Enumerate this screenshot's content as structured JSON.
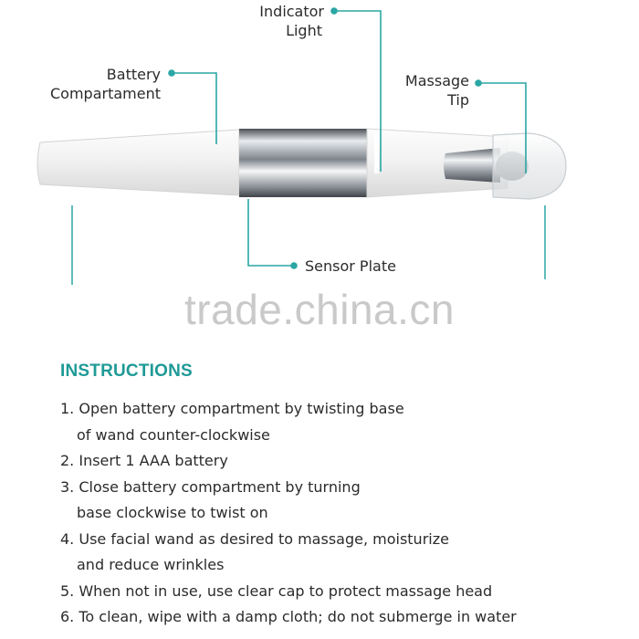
{
  "colors": {
    "accent": "#1f9a96",
    "leader": "#2aa6a4",
    "text": "#2b2b2b",
    "watermark": "#c9c9c9",
    "wand_body": "#f1f1f1",
    "chrome": "#9aa0a6"
  },
  "callouts": {
    "indicator_light": [
      "Indicator",
      "Light"
    ],
    "battery_compartment": [
      "Battery",
      "Compartament"
    ],
    "massage_tip": [
      "Massage",
      "Tip"
    ],
    "sensor_plate": "Sensor Plate"
  },
  "watermark": "trade.china.cn",
  "instructions": {
    "title": "INSTRUCTIONS",
    "items": [
      {
        "first": "1. Open battery compartment by twisting base",
        "cont": "of wand counter-clockwise"
      },
      {
        "first": "2. Insert 1 AAA battery",
        "cont": ""
      },
      {
        "first": "3. Close battery compartment by turning",
        "cont": "base clockwise to twist on"
      },
      {
        "first": "4. Use facial wand as desired to massage, moisturize",
        "cont": "and reduce wrinkles"
      },
      {
        "first": "5. When not in use, use clear cap to protect massage head",
        "cont": ""
      },
      {
        "first": "6. To clean, wipe with a damp cloth; do not submerge in water",
        "cont": ""
      }
    ]
  }
}
